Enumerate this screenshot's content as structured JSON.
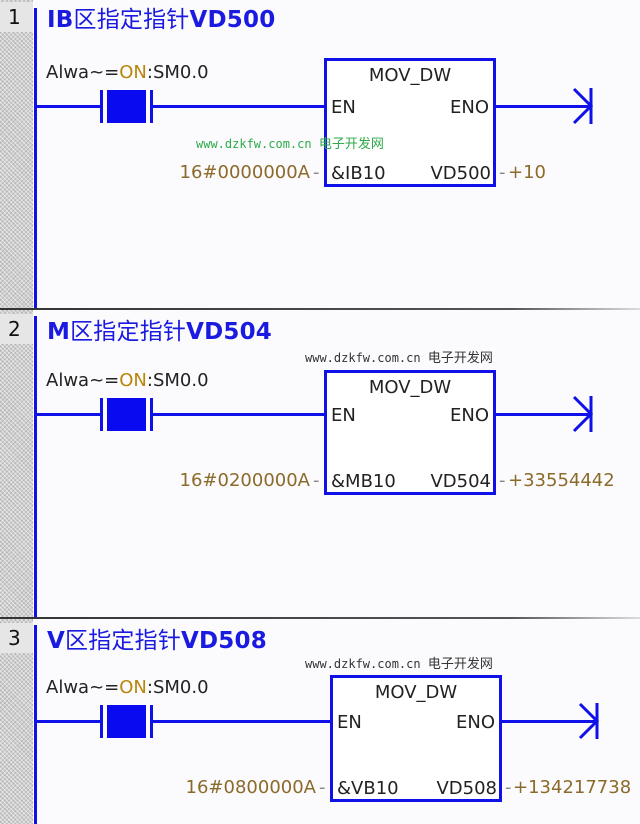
{
  "colors": {
    "rail": "#1010e8",
    "title": "#1a1ae0",
    "on": "#b8860b",
    "param": "#8b6a2a",
    "watermark_green": "#2eaa4a",
    "watermark_dark": "#333333"
  },
  "networks": [
    {
      "number": "1",
      "title_prefix": "IB",
      "title_cjk": "区指定指针",
      "title_suffix": "VD500",
      "contact": {
        "prefix": "Alwa~=",
        "on": "ON",
        "suffix": ":SM0.0",
        "icon": "normally-open-contact-icon"
      },
      "block": {
        "name": "MOV_DW",
        "en": "EN",
        "eno": "ENO",
        "in_pin": "&IB10",
        "out_pin": "VD500"
      },
      "in_value": "16#0000000A",
      "out_value": "+10",
      "watermark": {
        "url": "www.dzkfw.com.cn",
        "text": "电子开发网"
      }
    },
    {
      "number": "2",
      "title_prefix": "M",
      "title_cjk": "区指定指针",
      "title_suffix": "VD504",
      "contact": {
        "prefix": "Alwa~=",
        "on": "ON",
        "suffix": ":SM0.0",
        "icon": "normally-open-contact-icon"
      },
      "block": {
        "name": "MOV_DW",
        "en": "EN",
        "eno": "ENO",
        "in_pin": "&MB10",
        "out_pin": "VD504"
      },
      "in_value": "16#0200000A",
      "out_value": "+33554442",
      "watermark": {
        "url": "www.dzkfw.com.cn",
        "text": "电子开发网"
      }
    },
    {
      "number": "3",
      "title_prefix": "V",
      "title_cjk": "区指定指针",
      "title_suffix": "VD508",
      "contact": {
        "prefix": "Alwa~=",
        "on": "ON",
        "suffix": ":SM0.0",
        "icon": "normally-open-contact-icon"
      },
      "block": {
        "name": "MOV_DW",
        "en": "EN",
        "eno": "ENO",
        "in_pin": "&VB10",
        "out_pin": "VD508"
      },
      "in_value": "16#0800000A",
      "out_value": "+134217738",
      "watermark": {
        "url": "www.dzkfw.com.cn",
        "text": "电子开发网"
      }
    }
  ]
}
